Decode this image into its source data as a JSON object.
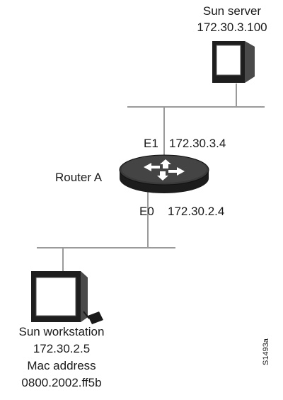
{
  "server": {
    "name": "Sun server",
    "ip": "172.30.3.100"
  },
  "router": {
    "name": "Router A",
    "e1": {
      "port": "E1",
      "ip": "172.30.3.4"
    },
    "e0": {
      "port": "E0",
      "ip": "172.30.2.4"
    }
  },
  "workstation": {
    "name": "Sun workstation",
    "ip": "172.30.2.5",
    "mac_label": "Mac address",
    "mac": "0800.2002.ff5b"
  },
  "figure_id": "S1493a",
  "icons": {
    "server": "desktop-computer-icon",
    "router": "router-icon",
    "workstation": "workstation-icon"
  },
  "colors": {
    "line": "#9a9a9a",
    "router_body": "#1c1c1c",
    "text": "#1a1a1a"
  }
}
